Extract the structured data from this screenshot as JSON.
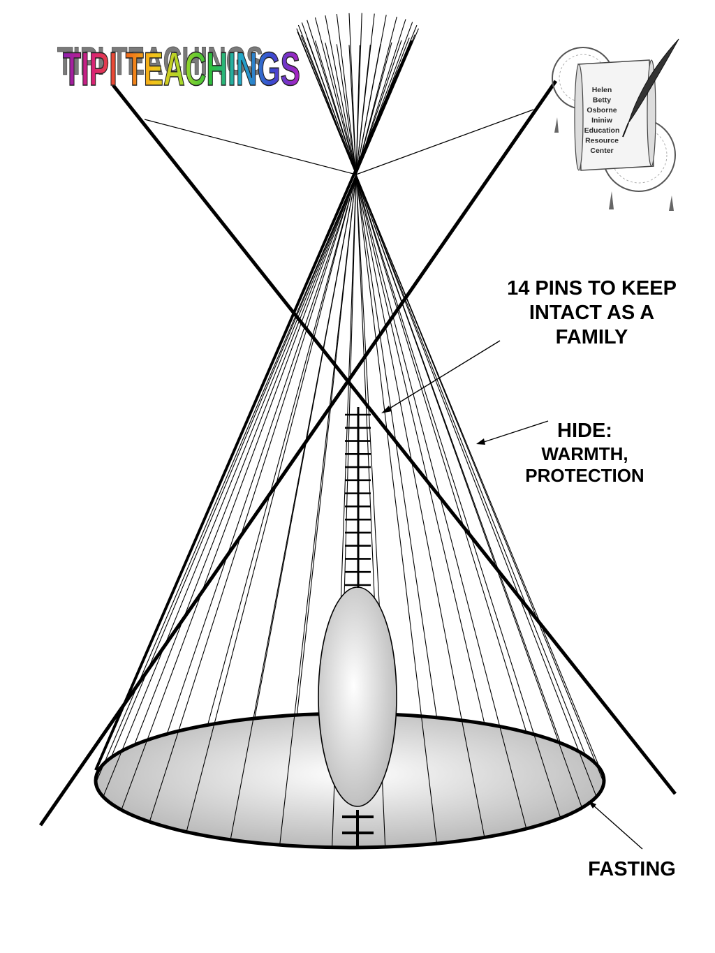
{
  "title": {
    "text": "TIPI TEACHINGS",
    "letter_colors": [
      "#8b1fb0",
      "#c0208a",
      "#e8202a",
      "#f07a1a",
      "#f5c21a",
      "#e8e020",
      "#9ad82a",
      "#2fbf3a",
      "#22b8a0",
      "#2a8ad8",
      "#2a4ad0",
      "#6a2ac8",
      "#a020c0",
      "#c020a0"
    ]
  },
  "logo": {
    "lines": [
      "Helen",
      "Betty",
      "Osborne",
      "Ininiw",
      "Education",
      "Resource",
      "Center"
    ]
  },
  "annotations": {
    "pins": "14 PINS TO KEEP INTACT AS A FAMILY",
    "hide_title": "HIDE:",
    "hide_detail_1": "WARMTH,",
    "hide_detail_2": "PROTECTION",
    "fasting": "FASTING"
  },
  "diagram": {
    "pin_count": 14,
    "colors": {
      "stroke": "#000000",
      "floor_light": "#ffffff",
      "floor_dark": "#b9b9b9",
      "door_light": "#ffffff",
      "door_dark": "#b4b4b4"
    }
  }
}
